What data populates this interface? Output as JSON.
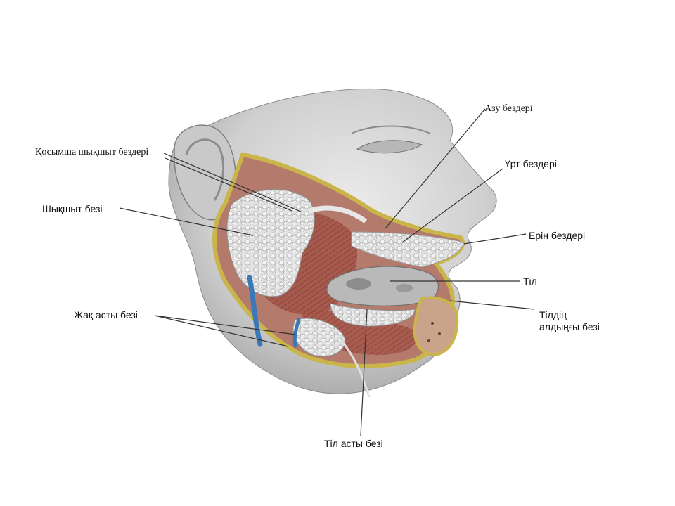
{
  "labels": {
    "azu": "Азу",
    "azu_rest": " бездері",
    "urt": "Ұрт бездері",
    "kosymsha": "Қосымша шықшыт бездері",
    "shykshyt": "Шықшыт безі",
    "erin": "Ерін бездері",
    "til": "Тіл",
    "tildin_line1": "Тілдің",
    "tildin_line2": "алдыңғы безі",
    "zhak": "Жақ асты безі",
    "til_asty": "Тіл асты безі"
  },
  "colors": {
    "skin": "#d4d4d4",
    "skin_shadow": "#9a9a9a",
    "cut_edge": "#c9b54a",
    "gland": "#e6e6e6",
    "muscle": "#a8584a",
    "duct": "#3a78b8",
    "leader": "#333333"
  }
}
